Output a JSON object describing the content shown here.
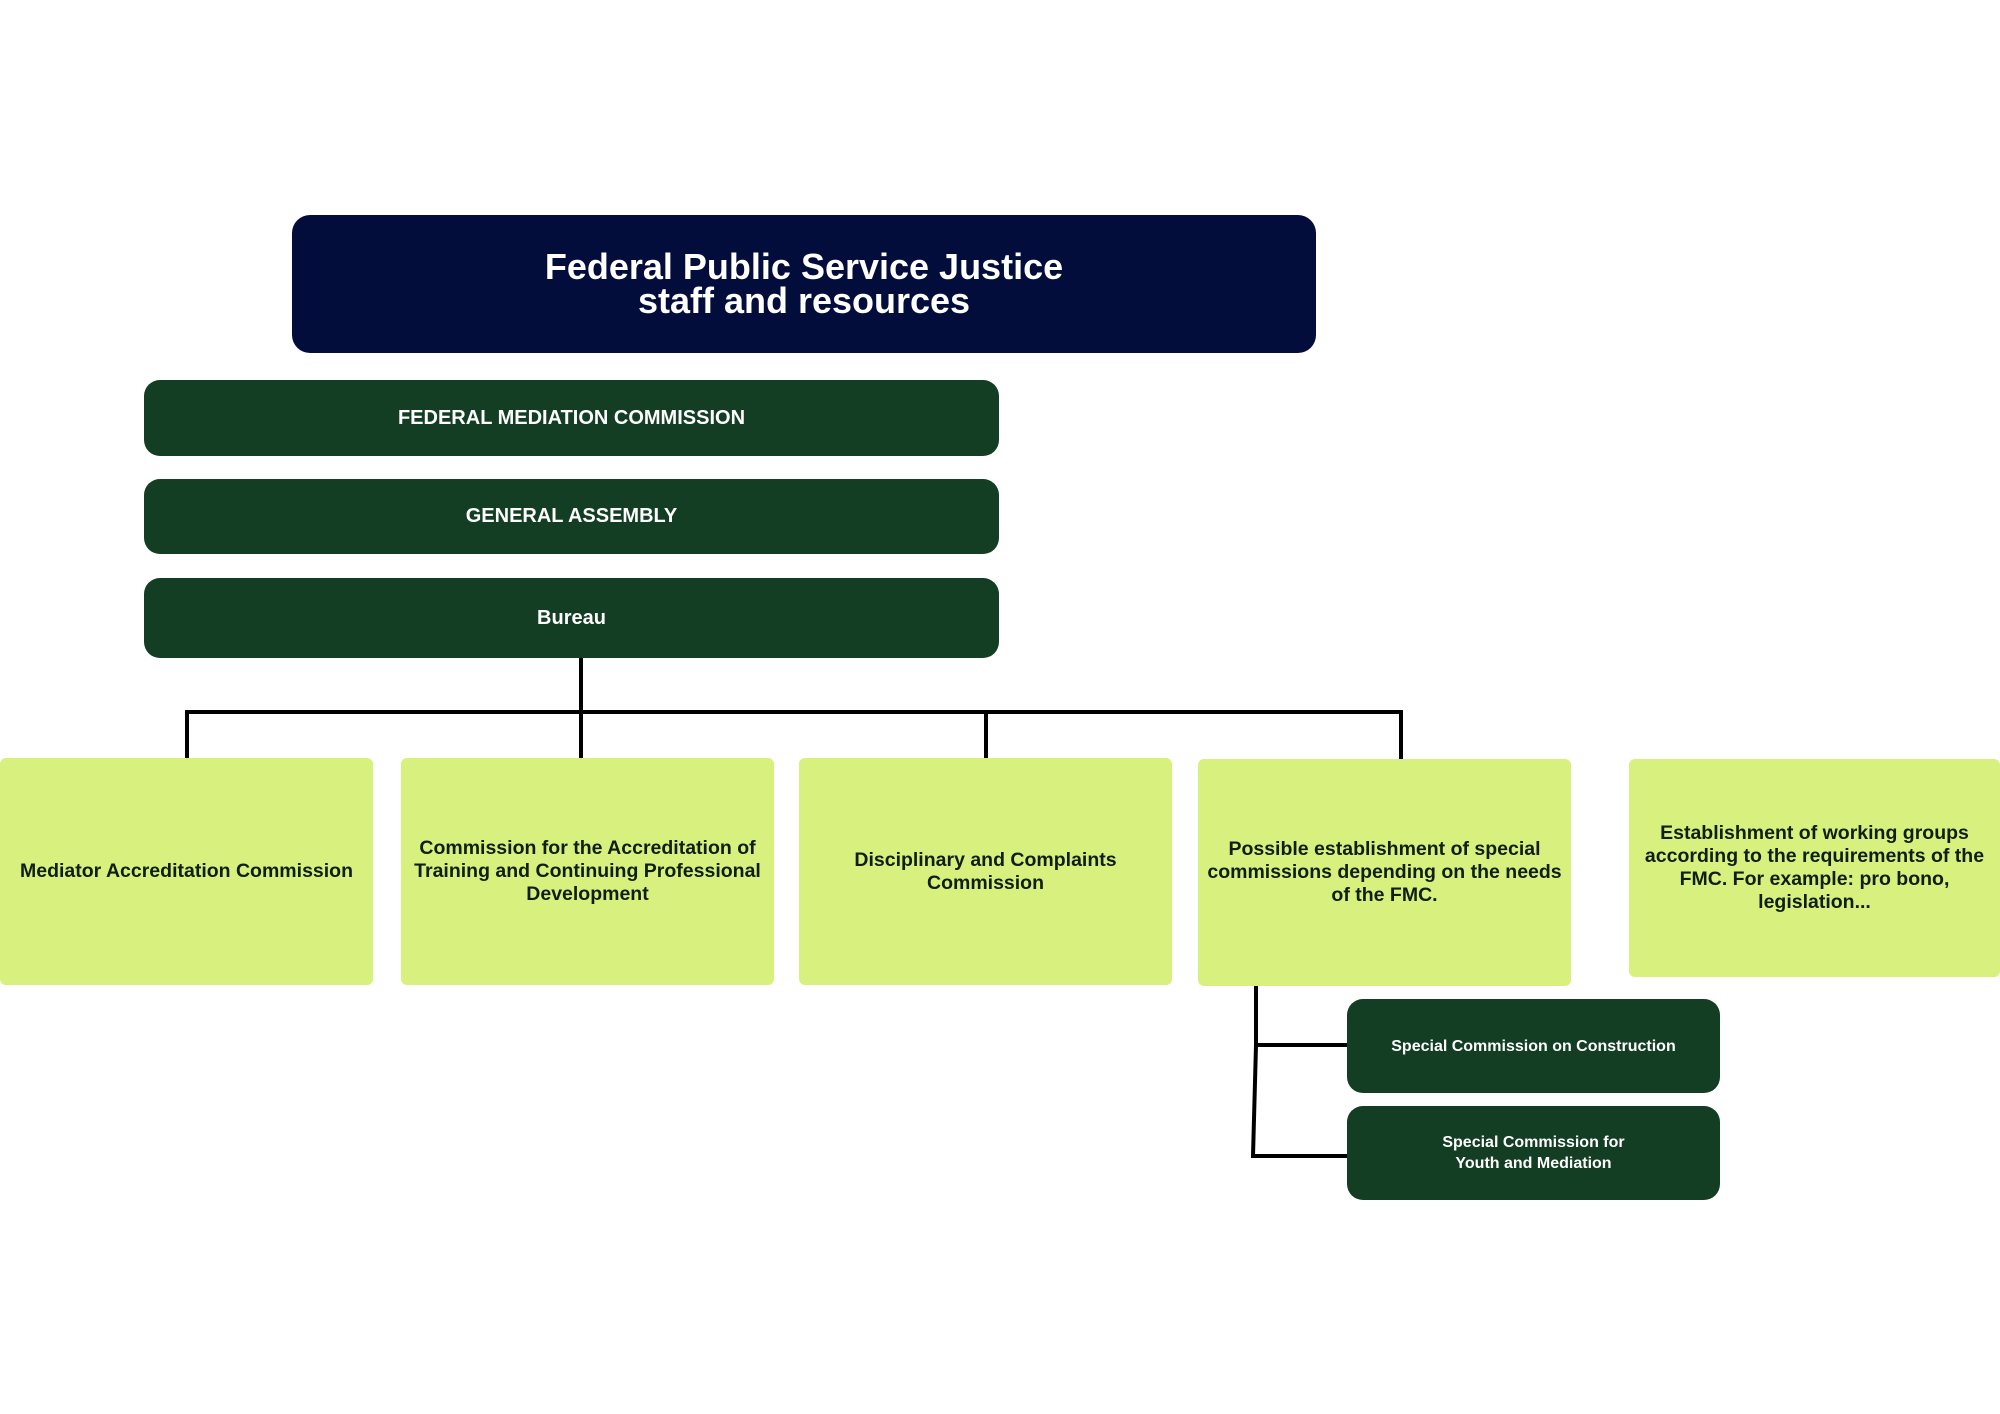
{
  "header": {
    "title_line1": "Federal Public Service Justice",
    "title_line2": "staff and resources"
  },
  "governance": {
    "commission": "FEDERAL MEDIATION COMMISSION",
    "assembly": "GENERAL ASSEMBLY",
    "bureau": "Bureau"
  },
  "commissions": [
    "Mediator Accreditation Commission",
    "Commission for the Accreditation of Training and Continuing Professional Development",
    "Disciplinary and Complaints Commission",
    "Possible establishment of special commissions depending on the needs of the FMC.",
    "Establishment of working groups according to the requirements of the FMC. For example: pro bono, legislation..."
  ],
  "special_commissions": {
    "construction": "Special Commission on Construction",
    "youth": "Special Commission for\nYouth and Mediation"
  },
  "colors": {
    "navy": "#020d3b",
    "dark_green": "#133e23",
    "light_green": "#d7f07e",
    "connector": "#000000"
  }
}
